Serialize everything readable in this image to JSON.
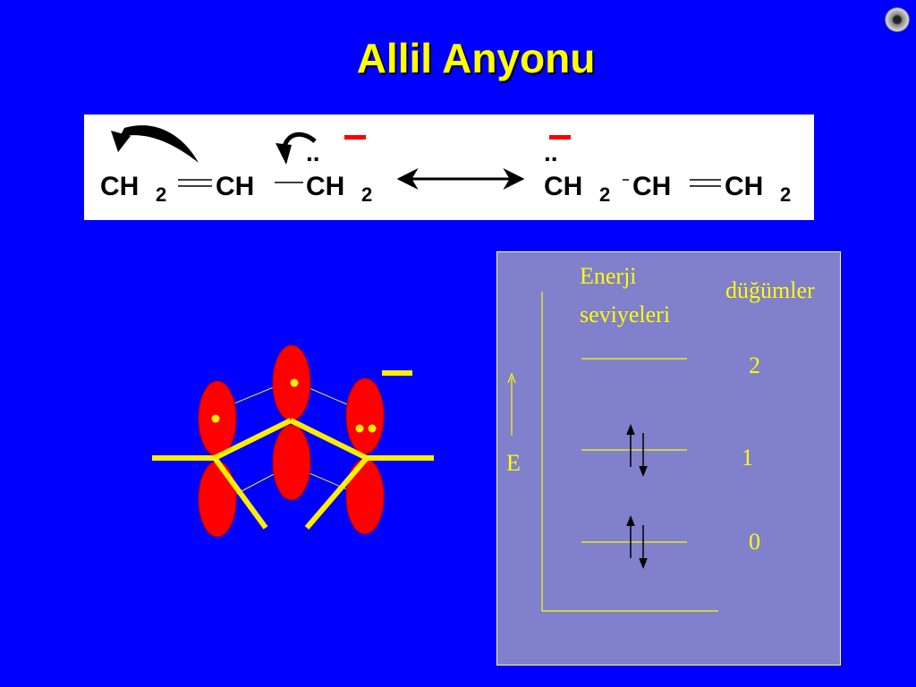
{
  "title": "Allil Anyonu",
  "resonance": {
    "left": {
      "g1": "CH",
      "s1": "2",
      "g2": "CH",
      "g3": "CH",
      "s3": "2",
      "lone_pair": "..",
      "charge": "–"
    },
    "right": {
      "g1": "CH",
      "s1": "2",
      "g2": "CH",
      "g3": "CH",
      "s3": "2",
      "lone_pair": "..",
      "charge": "–"
    }
  },
  "orbital_charge": "–",
  "energy_panel": {
    "header_line1": "Enerji",
    "header_line2": "seviyeleri",
    "nodes_header": "düğümler",
    "axis_label": "E",
    "levels": [
      {
        "nodes": "2",
        "electrons": 0
      },
      {
        "nodes": "1",
        "electrons": 2
      },
      {
        "nodes": "0",
        "electrons": 2
      }
    ]
  },
  "colors": {
    "background": "#0000ff",
    "title": "#ffff00",
    "orbital": "#ff0000",
    "bond": "#ffee00",
    "panel": "#8080cc"
  }
}
